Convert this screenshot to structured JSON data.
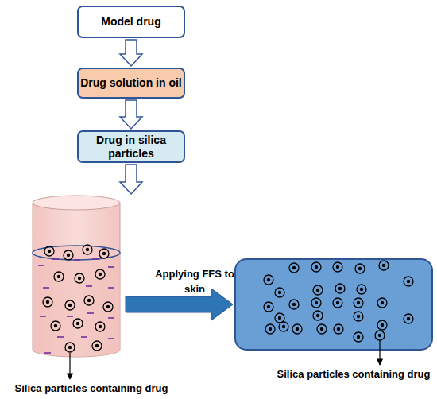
{
  "diagram": {
    "nodes": [
      {
        "text": [
          "Model drug"
        ]
      },
      {
        "text": [
          "Drug solution in oil"
        ]
      },
      {
        "text": [
          "Drug in silica particles"
        ]
      }
    ],
    "edges": [
      {
        "from": 0,
        "to": 1,
        "arrow": "to"
      },
      {
        "from": 1,
        "to": 2,
        "arrow": "to"
      }
    ],
    "labels": [
      "Applying FFS to skin",
      "Silica particles containing drug",
      "Silica particles containing drug"
    ]
  }
}
